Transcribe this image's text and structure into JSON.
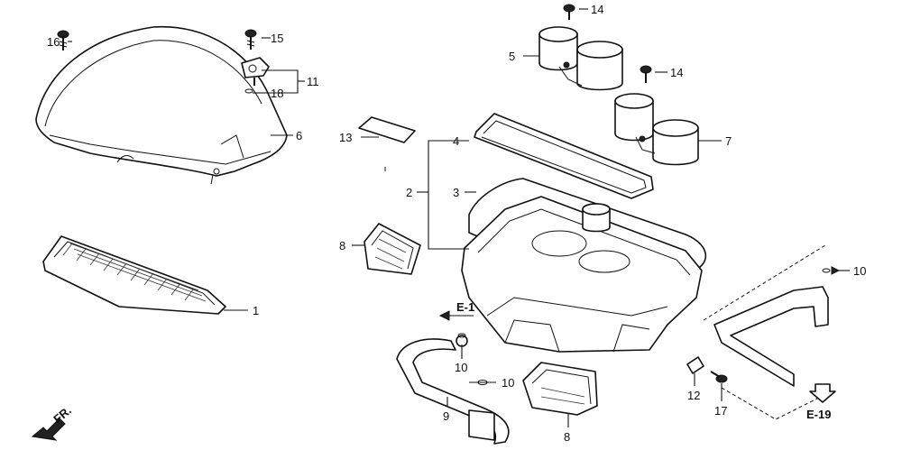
{
  "part_labels": {
    "p1": "1",
    "p2": "2",
    "p3": "3",
    "p4": "4",
    "p5": "5",
    "p6": "6",
    "p7": "7",
    "p8a": "8",
    "p8b": "8",
    "p9": "9",
    "p10a": "10",
    "p10b": "10",
    "p10c": "10",
    "p11": "11",
    "p12": "12",
    "p13": "13",
    "p14a": "14",
    "p14b": "14",
    "p15": "15",
    "p16": "16",
    "p17": "17",
    "p18": "18"
  },
  "refs": {
    "e1": "E-1",
    "e19": "E-19",
    "front": "FR."
  }
}
